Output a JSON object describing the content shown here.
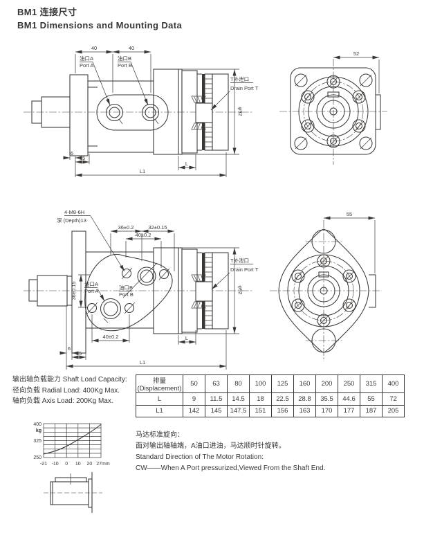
{
  "page": {
    "title_line1": "BM1 连接尺寸",
    "title_line2": "BM1 Dimensions and Mounting Data"
  },
  "top_side_view": {
    "dim_40_left": "40",
    "dim_40_right": "40",
    "port_a_zh": "油口A",
    "port_a_en": "Port A",
    "port_b_zh": "油口B",
    "port_b_en": "Port B",
    "drain_zh": "T外泄口",
    "drain_en": "Drain Port T",
    "dim_diameter": "φ92",
    "dim_6": "6",
    "dim_15": "15",
    "dim_L": "L",
    "dim_L1": "L1"
  },
  "top_front_view": {
    "dim_52": "52"
  },
  "mid_side_view": {
    "thread": "4-M8-6H",
    "thread_depth": "深 (Depth)13",
    "dim_36": "36±0.2",
    "dim_32": "32±0.15",
    "dim_40_top": "40±0.2",
    "dim_36v": "36±0.15",
    "dim_40_bottom": "40±0.2",
    "port_a_zh": "油口A",
    "port_a_en": "Port A",
    "port_b_zh": "油口B",
    "port_b_en": "Port B",
    "drain_zh": "T外泄口",
    "drain_en": "Drain Port T",
    "dim_diameter": "φ92",
    "dim_6": "6",
    "dim_15": "15",
    "dim_L": "L",
    "dim_L1": "L1"
  },
  "mid_front_view": {
    "dim_55": "55"
  },
  "shaft_load": {
    "line1": "输出轴负载能力 Shaft Load Capacity:",
    "line2": "径向负载 Radial Load: 400Kg Max.",
    "line3": "轴向负载 Axis Load: 200Kg Max."
  },
  "table": {
    "header_label": "排量 (Displacement)",
    "displacements": [
      "50",
      "63",
      "80",
      "100",
      "125",
      "160",
      "200",
      "250",
      "315",
      "400"
    ],
    "row_l": {
      "label": "L",
      "values": [
        "9",
        "11.5",
        "14.5",
        "18",
        "22.5",
        "28.8",
        "35.5",
        "44.6",
        "55",
        "72"
      ]
    },
    "row_l1": {
      "label": "L1",
      "values": [
        "142",
        "145",
        "147.5",
        "151",
        "156",
        "163",
        "170",
        "177",
        "187",
        "205"
      ]
    }
  },
  "chart_data": {
    "type": "line",
    "ylabel": "kg",
    "y_ticks": [
      "400",
      "325",
      "250"
    ],
    "x_ticks": [
      "-21",
      "-10",
      "0",
      "10",
      "20",
      "27mm"
    ],
    "x_mm": [
      -21,
      -10,
      0,
      10,
      20,
      27
    ],
    "load_kg": [
      255,
      268,
      295,
      325,
      360,
      400
    ],
    "ylim": [
      250,
      400
    ],
    "grid": true,
    "legend": "none"
  },
  "rotation_note": {
    "line1": "马达标准旋向：",
    "line2": "面对输出轴轴端，A油口进油，马达顺时针旋转。",
    "line3": "Standard Direction of The Motor Rotation:",
    "line4": "CW——When A Port pressurized,Viewed From the Shaft End."
  },
  "colors": {
    "ink": "#3a3633",
    "background": "#ffffff"
  }
}
